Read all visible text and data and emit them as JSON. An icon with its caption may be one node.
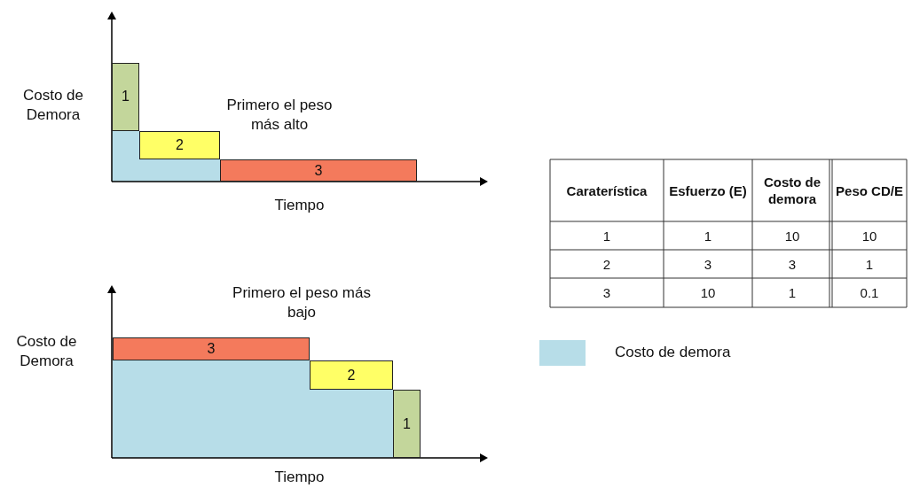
{
  "diagram": {
    "nodes": [
      {
        "text": [
          "1"
        ]
      },
      {
        "text": [
          "2"
        ]
      },
      {
        "text": [
          "3"
        ]
      },
      {
        "text": [
          "3"
        ]
      },
      {
        "text": [
          "2"
        ]
      },
      {
        "text": [
          "1"
        ]
      }
    ],
    "edges": [],
    "labels": [
      "Costo de Demora",
      "Primero el peso más alto",
      "Tiempo",
      "Caraterística",
      "Esfuerzo (E)",
      "Costo de demora",
      "Peso CD/E",
      "1",
      "1",
      "10",
      "10",
      "2",
      "3",
      "3",
      "1",
      "3",
      "10",
      "1",
      "0.1",
      "Costo de Demora",
      "Primero el peso más bajo",
      "Tiempo"
    ],
    "legend": [
      {
        "text": "Costo de demora",
        "color": "#b7dde8"
      }
    ]
  }
}
